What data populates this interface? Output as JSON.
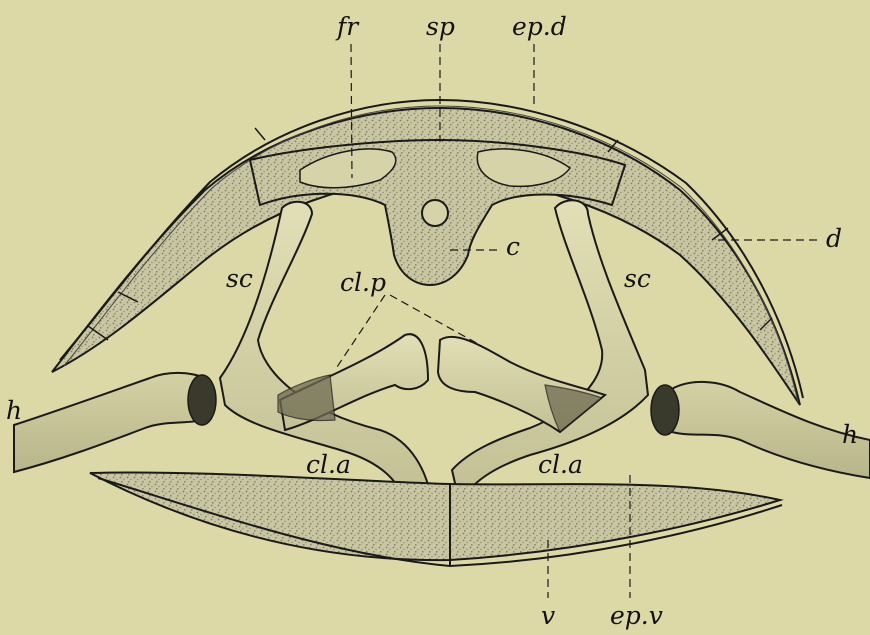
{
  "figure": {
    "background": "#ddd9a6",
    "ink": "#1a1a1a",
    "stipple": "#8f8f72",
    "bone_fill": "#d6d3a8",
    "labels": {
      "fr": "fr",
      "sp": "sp",
      "ep_d": "ep.d",
      "c": "c",
      "d": "d",
      "sc_left": "sc",
      "sc_right": "sc",
      "cl_p": "cl.p",
      "h_left": "h",
      "h_right": "h",
      "cl_a_left": "cl.a",
      "cl_a_right": "cl.a",
      "v": "v",
      "ep_v": "ep.v"
    }
  }
}
